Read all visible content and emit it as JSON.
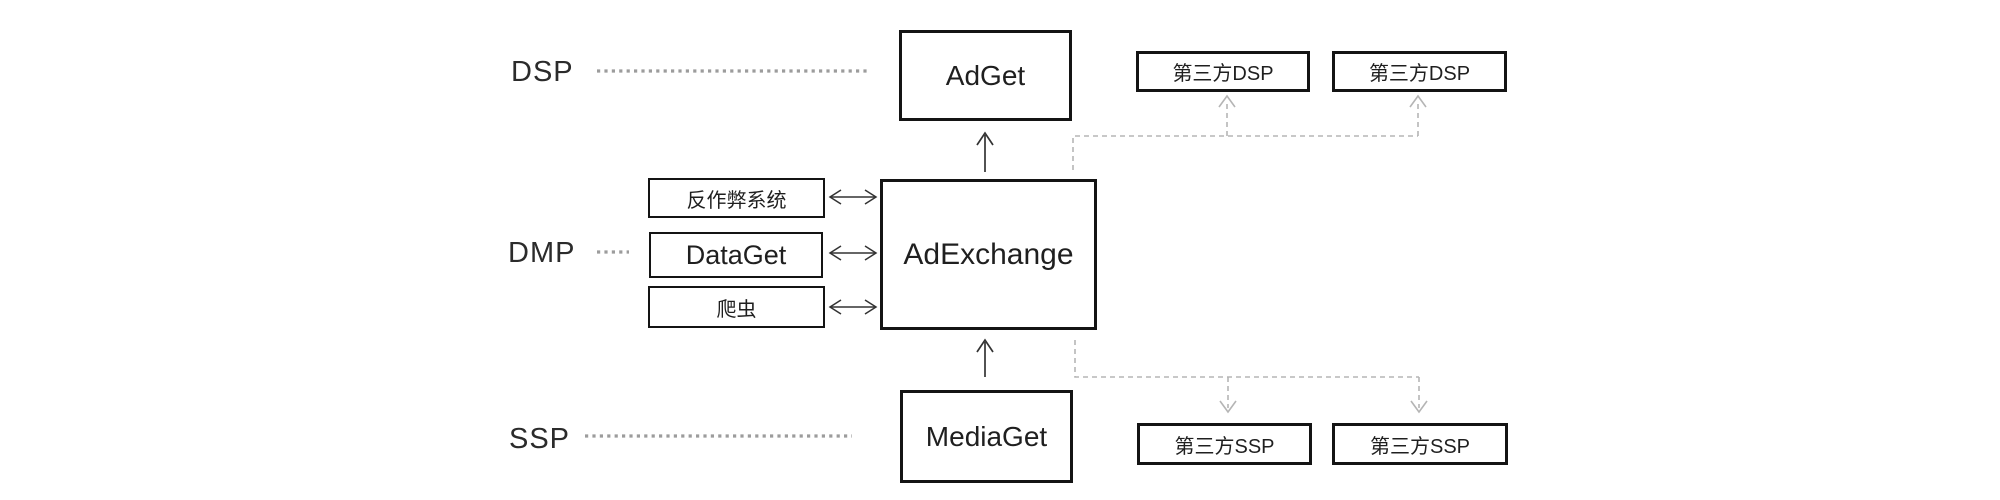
{
  "labels": {
    "dsp": "DSP",
    "dmp": "DMP",
    "ssp": "SSP"
  },
  "nodes": {
    "adget": "AdGet",
    "adexchange": "AdExchange",
    "mediaget": "MediaGet",
    "anti_fraud": "反作弊系统",
    "dataget": "DataGet",
    "crawler": "爬虫",
    "third_party_dsp_1": "第三方DSP",
    "third_party_dsp_2": "第三方DSP",
    "third_party_ssp_1": "第三方SSP",
    "third_party_ssp_2": "第三方SSP"
  },
  "connections": [
    {
      "from": "AdExchange",
      "to": "AdGet",
      "style": "solid-arrow-up"
    },
    {
      "from": "MediaGet",
      "to": "AdExchange",
      "style": "solid-arrow-up"
    },
    {
      "from": "反作弊系统",
      "to": "AdExchange",
      "style": "double-headed-arrow"
    },
    {
      "from": "DataGet",
      "to": "AdExchange",
      "style": "double-headed-arrow"
    },
    {
      "from": "爬虫",
      "to": "AdExchange",
      "style": "double-headed-arrow"
    },
    {
      "from": "AdExchange",
      "to": "第三方DSP",
      "style": "dashed-arrow",
      "target_count": 2
    },
    {
      "from": "AdExchange",
      "to": "第三方SSP",
      "style": "dashed-arrow",
      "target_count": 2
    }
  ],
  "colors": {
    "background": "#ffffff",
    "box_border": "#141414",
    "text": "#1f1f1f",
    "solid_arrow": "#333333",
    "dashed_connector": "#b5b5b5",
    "dotted_guide": "#9c9c9c"
  }
}
